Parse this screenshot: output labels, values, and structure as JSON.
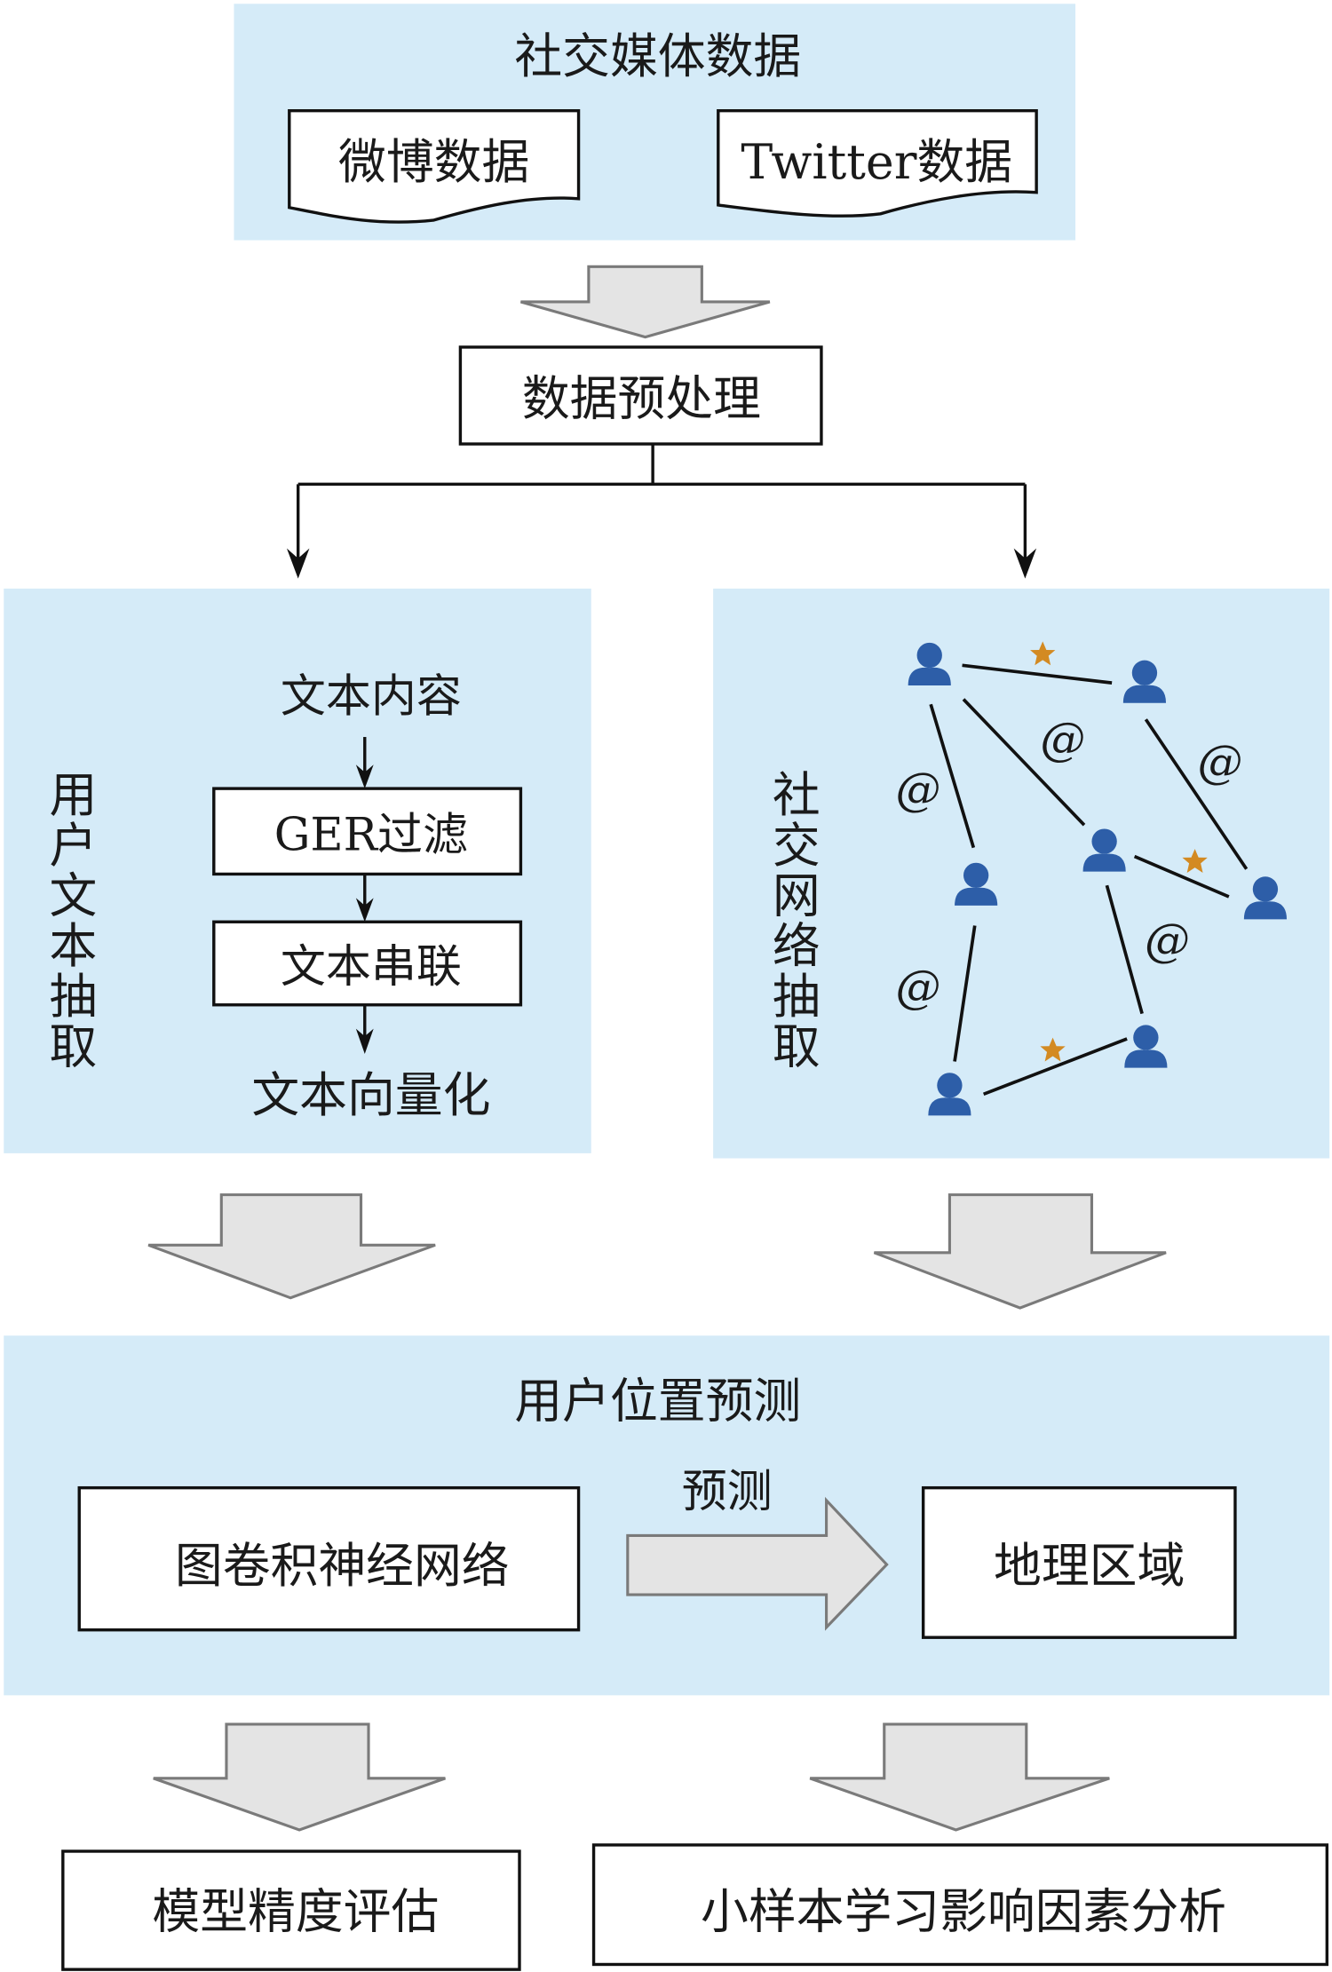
{
  "source": {
    "title": "社交媒体数据",
    "docs": [
      "微博数据",
      "Twitter数据"
    ]
  },
  "preprocess": {
    "label": "数据预处理"
  },
  "text_panel": {
    "title": "用户文本抽取",
    "steps": {
      "input": "文本内容",
      "filter": "GER过滤",
      "concat": "文本串联",
      "output": "文本向量化"
    }
  },
  "network_panel": {
    "title": "社交网络抽取",
    "edge_labels": [
      "@",
      "@",
      "@",
      "@",
      "@"
    ],
    "icons": {
      "user": "user-icon",
      "star": "star-icon"
    }
  },
  "prediction": {
    "title": "用户位置预测",
    "model": "图卷积神经网络",
    "arrow_label": "预测",
    "target": "地理区域"
  },
  "outputs": [
    "模型精度评估",
    "小样本学习影响因素分析"
  ],
  "colors": {
    "panel": "#d5ebf8",
    "user": "#2d5ea8",
    "star": "#d38a22",
    "arrow_fill": "#e4e4e4",
    "arrow_stroke": "#7a7a7a"
  }
}
